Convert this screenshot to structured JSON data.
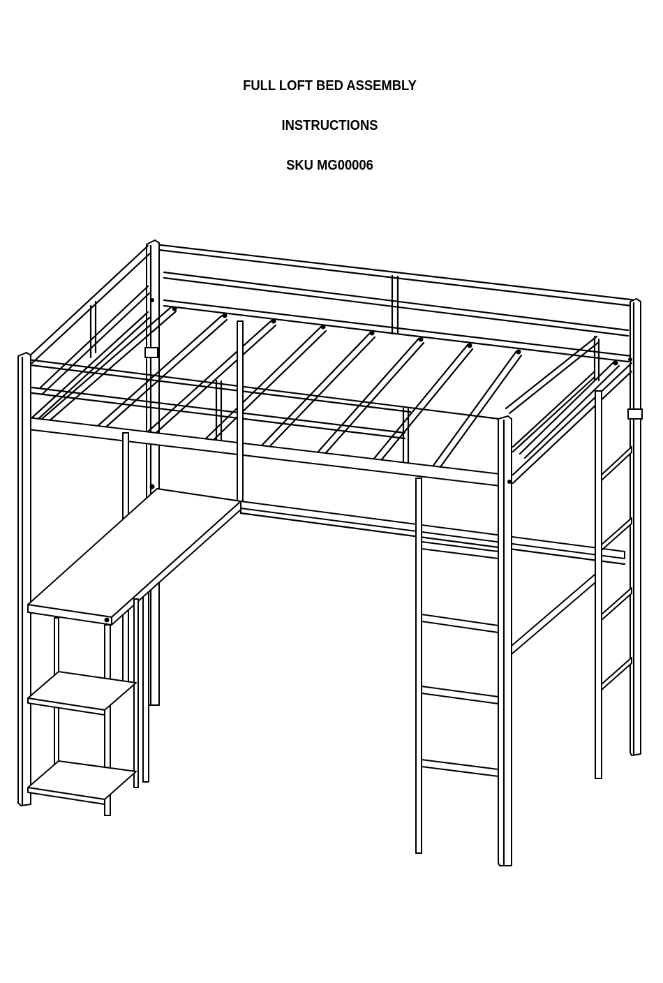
{
  "document": {
    "title_lines": [
      "FULL LOFT BED ASSEMBLY",
      "INSTRUCTIONS",
      "SKU MG00006"
    ],
    "product": "Full Loft Bed",
    "sku": "MG00006"
  },
  "illustration": {
    "subject": "isometric line drawing of a full-size metal loft bed with L-shaped desk, two-tier shelf unit and ladder",
    "components": [
      "guardrail-left",
      "headboard-rail-back",
      "front-guardrail",
      "bed-slats",
      "L-shaped-desk",
      "shelf-unit",
      "front-ladder",
      "side-ladder",
      "legs"
    ],
    "colors": {
      "line": "#000000",
      "background": "#ffffff"
    }
  }
}
